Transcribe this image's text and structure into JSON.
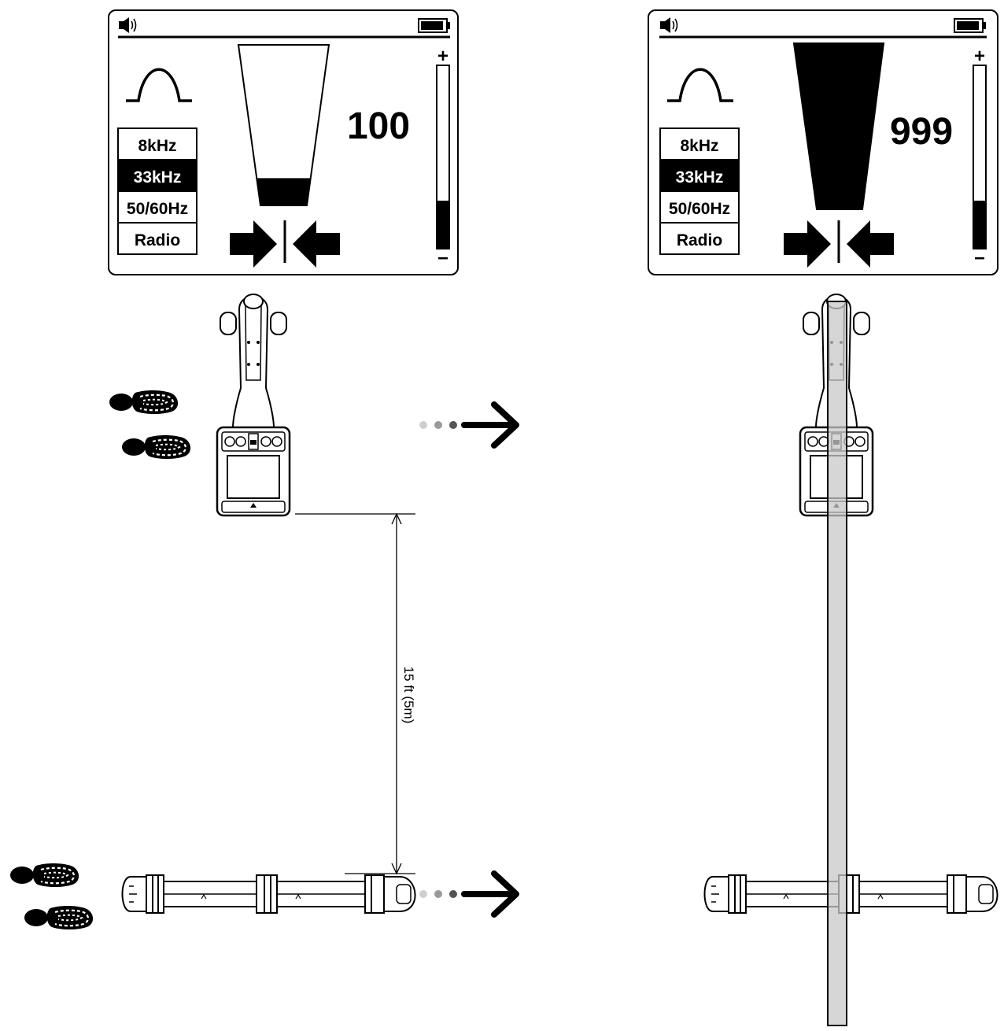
{
  "colors": {
    "ink": "#000000",
    "paper": "#ffffff",
    "pipe_fill": "#c8c8c8",
    "dot_light": "#cfcfcf",
    "dot_mid": "#9a9a9a",
    "dot_dark": "#555555"
  },
  "icons": {
    "speaker": "speaker-icon",
    "battery": "battery-icon",
    "peak": "peak-response-icon",
    "centering_arrows": "centering-arrows-icon",
    "footprints": "footprints-icon",
    "direction_arrow": "direction-arrow-icon"
  },
  "screens": {
    "left": {
      "signal_value": "100",
      "frequencies": [
        "8kHz",
        "33kHz",
        "50/60Hz",
        "Radio"
      ],
      "selected_frequency": "33kHz",
      "gain_plus": "+",
      "gain_minus": "−",
      "signal_fill_fraction": 0.17,
      "gain_level_fraction": 0.26
    },
    "right": {
      "signal_value": "999",
      "frequencies": [
        "8kHz",
        "33kHz",
        "50/60Hz",
        "Radio"
      ],
      "selected_frequency": "33kHz",
      "gain_plus": "+",
      "gain_minus": "−",
      "signal_fill_fraction": 1.0,
      "gain_level_fraction": 0.26
    }
  },
  "distance_label": "15 ft (5m)"
}
